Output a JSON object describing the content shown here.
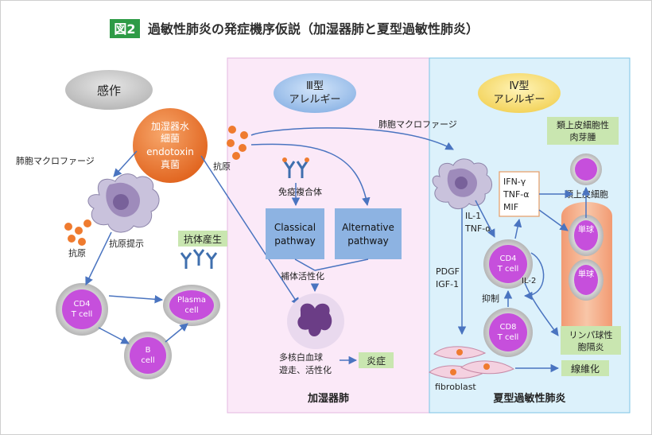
{
  "figure": {
    "badge": "図2",
    "title": "過敏性肺炎の発症機序仮説（加湿器肺と夏型過敏性肺炎）"
  },
  "left": {
    "infection": "感作",
    "source_lines": [
      "加湿器水",
      "細菌",
      "endotoxin",
      "真菌"
    ],
    "macrophage_label": "肺胞マクロファージ",
    "antigen": "抗原",
    "antigen_presentation": "抗原提示",
    "antibody_production": "抗体産生",
    "cd4": [
      "CD4",
      "T cell"
    ],
    "plasma": [
      "Plasma",
      "cell"
    ],
    "bcell": [
      "B",
      "cell"
    ]
  },
  "middle": {
    "type3": [
      "Ⅲ型",
      "アレルギー"
    ],
    "antigen": "抗原",
    "immune_complex": "免疫複合体",
    "classical": [
      "Classical",
      "pathway"
    ],
    "alternative": [
      "Alternative",
      "pathway"
    ],
    "complement": "補体活性化",
    "neutrophil": [
      "多核白血球",
      "遊走、活性化"
    ],
    "inflammation": "炎症",
    "footer": "加湿器肺"
  },
  "right": {
    "type4": [
      "Ⅳ型",
      "アレルギー"
    ],
    "macrophage_label": "肺胞マクロファージ",
    "granuloma": [
      "類上皮細胞性",
      "肉芽腫"
    ],
    "cytokines": [
      "IFN-γ",
      "TNF-α",
      "MIF"
    ],
    "epithelioid": "類上皮細胞",
    "il1": [
      "IL-1",
      "TNF-α"
    ],
    "pdgf": [
      "PDGF",
      "IGF-1"
    ],
    "cd4": [
      "CD4",
      "T cell"
    ],
    "il2": "IL-2",
    "suppression": "抑制",
    "cd8": [
      "CD8",
      "T cell"
    ],
    "monocyte": "単球",
    "lymphocytic": [
      "リンパ球性",
      "胞隔炎"
    ],
    "fibroblast": "fibroblast",
    "fibrosis": "線維化",
    "footer": "夏型過敏性肺炎"
  },
  "colors": {
    "badge": "#2e9b46",
    "middle_panel": "#fbe9f8",
    "right_panel": "#dcf1fb",
    "label_green": "#c9e6b0",
    "pathway_blue": "#8db3e2",
    "cell_purple": "#c64fdc",
    "source_orange": "#ef7b2f",
    "arrow": "#4a74c0"
  }
}
